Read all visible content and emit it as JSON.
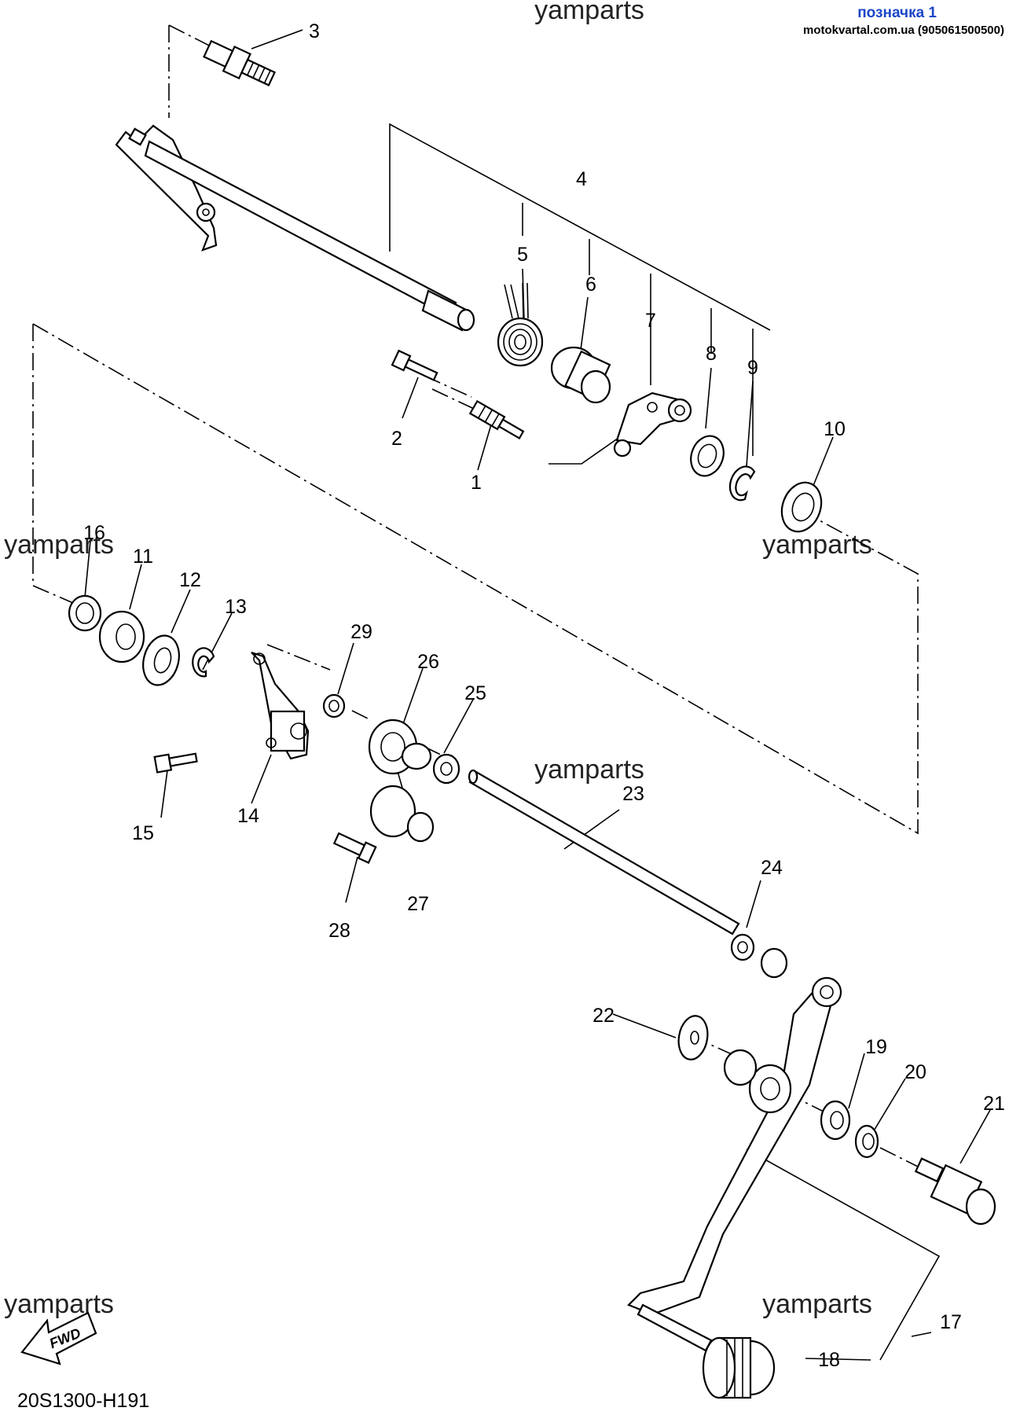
{
  "header": {
    "link_text": "позначка 1",
    "site_text": "motokvartal.com.ua (905061500500)"
  },
  "watermark": "yamparts",
  "diagram_code": "20S1300-H191",
  "fwd_label": "FWD",
  "callouts": [
    "1",
    "2",
    "3",
    "4",
    "5",
    "6",
    "7",
    "8",
    "9",
    "10",
    "11",
    "12",
    "13",
    "14",
    "15",
    "16",
    "17",
    "18",
    "19",
    "20",
    "21",
    "22",
    "23",
    "24",
    "25",
    "26",
    "27",
    "28",
    "29"
  ]
}
